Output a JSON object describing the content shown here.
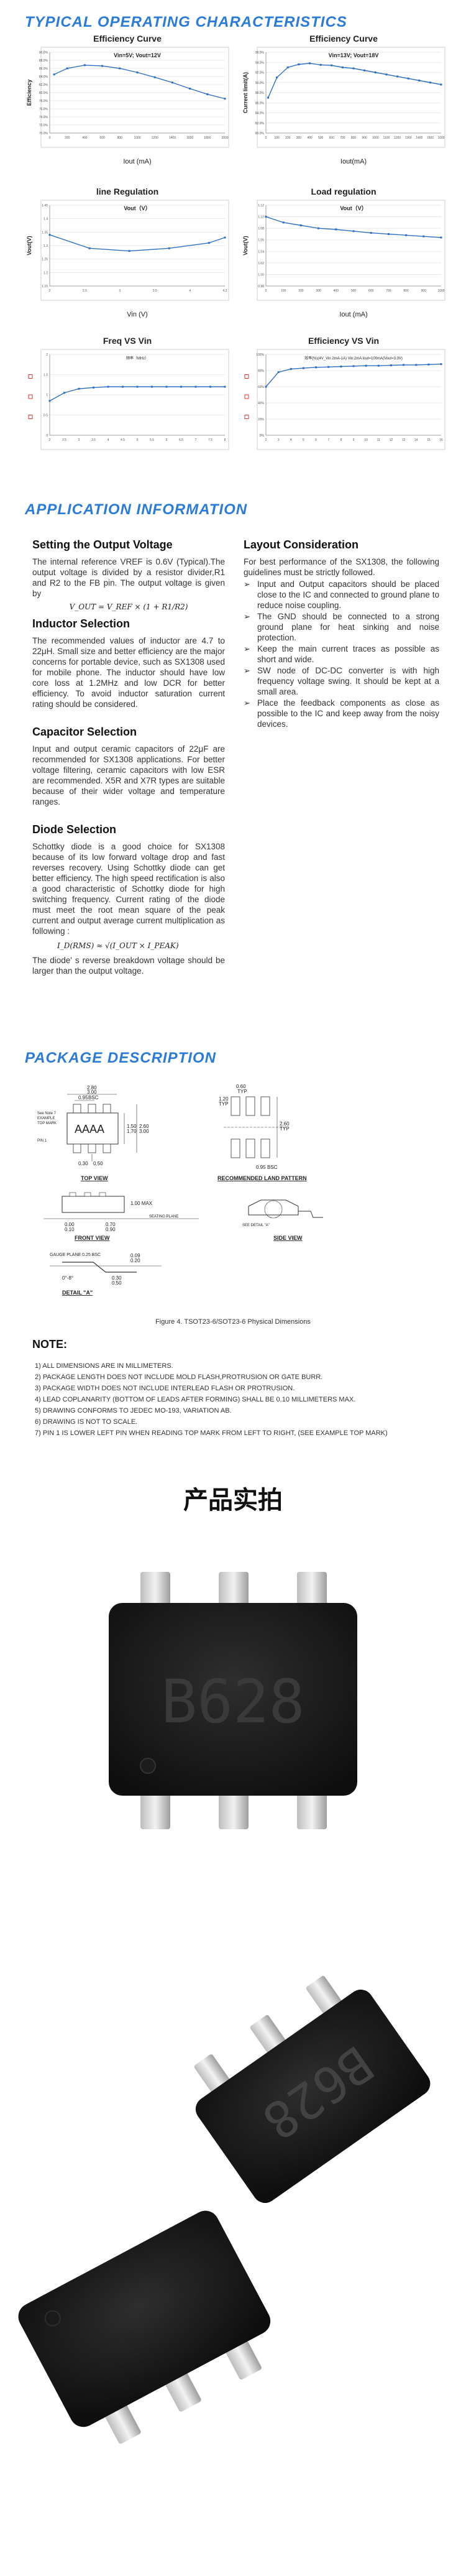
{
  "typical": {
    "title": "TYPICAL OPERATING CHARACTERISTICS"
  },
  "charts": [
    {
      "title": "Efficiency Curve",
      "legend": "Vin=5V; Vout=12V",
      "ylabel": "Efficiency",
      "xlabel": "Iout (mA)",
      "xticks": [
        "0",
        "200",
        "400",
        "600",
        "800",
        "1000",
        "1200",
        "1400",
        "1600",
        "1800",
        "2000"
      ],
      "yticks": [
        "70.0%",
        "72.0%",
        "74.0%",
        "76.0%",
        "78.0%",
        "80.0%",
        "82.0%",
        "84.0%",
        "86.0%",
        "88.0%",
        "90.0%"
      ]
    },
    {
      "title": "Efficiency Curve",
      "legend": "Vin=13V; Vout=18V",
      "ylabel": "Current limit(A)",
      "xlabel": "Iout(mA)",
      "xticks": [
        "0",
        "100",
        "200",
        "300",
        "400",
        "500",
        "600",
        "700",
        "800",
        "900",
        "1000",
        "1100",
        "1200",
        "1300",
        "1400",
        "1500",
        "1600"
      ],
      "yticks": [
        "80.0%",
        "82.0%",
        "84.0%",
        "86.0%",
        "88.0%",
        "90.0%",
        "92.0%",
        "94.0%",
        "96.0%"
      ]
    },
    {
      "title": "line Regulation",
      "legend": "Vout（V）",
      "ylabel": "Vout(V)",
      "xlabel": "Vin (V)",
      "xticks": [
        "2",
        "2.5",
        "3",
        "3.5",
        "4",
        "4.2"
      ],
      "yticks": [
        "1.15",
        "1.2",
        "1.25",
        "1.3",
        "1.35",
        "1.4",
        "1.45"
      ]
    },
    {
      "title": "Load regulation",
      "legend": "Vout（V）",
      "ylabel": "Vout(V)",
      "xlabel": "Iout (mA)",
      "xticks": [
        "0",
        "100",
        "200",
        "300",
        "400",
        "500",
        "600",
        "700",
        "800",
        "900",
        "1000"
      ],
      "yticks": [
        "0.98",
        "1.00",
        "1.02",
        "1.04",
        "1.06",
        "1.08",
        "1.10",
        "1.12"
      ]
    },
    {
      "title": "Freq VS Vin",
      "legend": "频率（MHz）",
      "ylabel": "",
      "xlabel": "",
      "xticks": [
        "2",
        "2.5",
        "3",
        "3.5",
        "4",
        "4.5",
        "5",
        "5.5",
        "6",
        "6.5",
        "7",
        "7.5",
        "8"
      ],
      "yticks": [
        "0",
        "0.5",
        "1",
        "1.5",
        "2"
      ]
    },
    {
      "title": "Efficiency VS Vin",
      "legend": "效率(%)(4V_Vin 2mA-1A) Vin:2mA Iout=100mA(Vout=3.3V)",
      "ylabel": "",
      "xlabel": "",
      "xticks": [
        "2",
        "3",
        "4",
        "5",
        "6",
        "7",
        "8",
        "9",
        "10",
        "11",
        "12",
        "13",
        "14",
        "15",
        "16"
      ],
      "yticks": [
        "0%",
        "20%",
        "40%",
        "60%",
        "80%",
        "100%"
      ]
    }
  ],
  "chart_data": [
    {
      "type": "line",
      "title": "Efficiency Curve",
      "series": [
        {
          "name": "Vin=5V; Vout=12V",
          "x": [
            50,
            200,
            400,
            600,
            800,
            1000,
            1200,
            1400,
            1600,
            1800,
            2000
          ],
          "y": [
            84.5,
            86.0,
            86.8,
            86.6,
            86.0,
            85.0,
            83.8,
            82.5,
            81.0,
            79.6,
            78.5
          ]
        }
      ],
      "xlabel": "Iout (mA)",
      "ylabel": "Efficiency",
      "xlim": [
        0,
        2000
      ],
      "ylim": [
        70,
        90
      ]
    },
    {
      "type": "line",
      "title": "Efficiency Curve",
      "series": [
        {
          "name": "Vin=13V; Vout=18V",
          "x": [
            20,
            100,
            200,
            300,
            400,
            500,
            600,
            700,
            800,
            900,
            1000,
            1100,
            1200,
            1300,
            1400,
            1500,
            1600
          ],
          "y": [
            87.0,
            91.0,
            93.0,
            93.6,
            93.8,
            93.5,
            93.4,
            93.0,
            92.8,
            92.4,
            92.0,
            91.6,
            91.2,
            90.8,
            90.4,
            90.0,
            89.6
          ]
        }
      ],
      "xlabel": "Iout(mA)",
      "ylabel": "Current limit(A)",
      "xlim": [
        0,
        1600
      ],
      "ylim": [
        80,
        96
      ]
    },
    {
      "type": "line",
      "title": "line Regulation",
      "series": [
        {
          "name": "Vout（V）",
          "x": [
            2,
            2.5,
            3,
            3.5,
            4,
            4.2
          ],
          "y": [
            1.34,
            1.29,
            1.28,
            1.29,
            1.31,
            1.33
          ]
        }
      ],
      "xlabel": "Vin (V)",
      "ylabel": "Vout(V)",
      "xlim": [
        2,
        4.2
      ],
      "ylim": [
        1.15,
        1.45
      ]
    },
    {
      "type": "line",
      "title": "Load regulation",
      "series": [
        {
          "name": "Vout（V）",
          "x": [
            0,
            100,
            200,
            300,
            400,
            500,
            600,
            700,
            800,
            900,
            1000
          ],
          "y": [
            1.1,
            1.09,
            1.085,
            1.08,
            1.078,
            1.075,
            1.072,
            1.07,
            1.068,
            1.066,
            1.064
          ]
        }
      ],
      "xlabel": "Iout (mA)",
      "ylabel": "Vout(V)",
      "xlim": [
        0,
        1000
      ],
      "ylim": [
        0.98,
        1.12
      ]
    },
    {
      "type": "line",
      "title": "Freq VS Vin",
      "series": [
        {
          "name": "频率（MHz）",
          "x": [
            2,
            2.5,
            3,
            3.5,
            4,
            4.5,
            5,
            5.5,
            6,
            6.5,
            7,
            7.5,
            8
          ],
          "y": [
            0.85,
            1.05,
            1.15,
            1.18,
            1.2,
            1.2,
            1.2,
            1.2,
            1.2,
            1.2,
            1.2,
            1.2,
            1.2
          ]
        }
      ],
      "xlim": [
        2,
        8
      ],
      "ylim": [
        0,
        2
      ]
    },
    {
      "type": "line",
      "title": "Efficiency VS Vin",
      "series": [
        {
          "name": "效率(%)(4V_Vin 2mA-1A) Vin:2mA Iout=100mA(Vout=3.3V)",
          "x": [
            2,
            3,
            4,
            5,
            6,
            7,
            8,
            9,
            10,
            11,
            12,
            13,
            14,
            15,
            16
          ],
          "y": [
            60,
            78,
            82,
            83,
            84,
            84.5,
            85,
            85.5,
            86,
            86,
            86.5,
            87,
            87,
            87.5,
            88
          ]
        }
      ],
      "xlim": [
        2,
        16
      ],
      "ylim": [
        0,
        100
      ]
    }
  ],
  "app": {
    "title": "APPLICATION INFORMATION",
    "setting_title": "Setting the Output Voltage",
    "setting_text": "The internal reference VREF is 0.6V (Typical).The output voltage is divided by a resistor divider,R1 and R2 to the FB pin. The output voltage is given by",
    "formula": "V_OUT = V_REF × (1 + R1/R2)",
    "inductor_title": "Inductor Selection",
    "inductor_text": "The recommended values of inductor are 4.7 to 22μH. Small size and better efficiency are the major concerns for portable device, such as SX1308 used for mobile phone. The inductor should have low core loss at 1.2MHz and low DCR for better efficiency. To avoid inductor saturation current rating should be considered.",
    "capacitor_title": "Capacitor Selection",
    "capacitor_text": "Input and output ceramic capacitors of 22μF are recommended for SX1308 applications. For better voltage filtering, ceramic capacitors with low ESR are recommended. X5R and X7R types are suitable because of their wider voltage and temperature ranges.",
    "diode_title": "Diode Selection",
    "diode_text": "Schottky diode is a good choice for SX1308 because of its low forward voltage drop and fast reverses recovery. Using Schottky diode can get better efficiency. The high speed rectification is also a good characteristic of Schottky diode for high switching frequency. Current rating of the diode must meet the root mean square of the peak current and output average current multiplication as following :",
    "diode_formula": "I_D(RMS) ≈ √(I_OUT × I_PEAK)",
    "diode_text2": "The diode' s reverse breakdown voltage should be larger than the output voltage.",
    "layout_title": "Layout Consideration",
    "layout_intro": "For best performance of the SX1308, the following guidelines must be strictly followed.",
    "layout_items": [
      "Input and Output capacitors should be placed close to the IC and connected to ground plane to reduce noise coupling.",
      "The GND should be connected to a strong ground plane for heat sinking and noise protection.",
      "Keep the main current traces as possible as short and wide.",
      "SW node of DC-DC converter is with high frequency voltage swing. It should be kept at a small area.",
      "Place the feedback components as close as possible to the IC and keep away from the noisy devices."
    ]
  },
  "pkg": {
    "title": "PACKAGE DESCRIPTION",
    "top_view": "TOP VIEW",
    "land_pattern": "RECOMMENDED LAND PATTERN",
    "front_view": "FRONT VIEW",
    "side_view": "SIDE VIEW",
    "detail": "DETAIL \"A\"",
    "marking": "AAAA",
    "see_note": "See Note 7 EXAMPLE TOP MARK",
    "pin1": "PIN 1",
    "seating": "SEATING PLANE",
    "see_detail": "SEE DETAIL \"A\"",
    "gauge": "GAUGE PLANE 0.25 BSC",
    "caption": "Figure 4. TSOT23-6/SOT23-6 Physical Dimensions",
    "dims": {
      "d1": "2.80",
      "d2": "3.00",
      "d3": "0.95",
      "d4": "BSC",
      "d5": "1.50",
      "d6": "1.70",
      "d7": "2.60",
      "d8": "3.00",
      "d9": "0.60",
      "d10": "TYP",
      "d11": "1.20",
      "d12": "TYP",
      "d13": "0.95",
      "d14": "BSC",
      "d15": "2.60",
      "d16": "TYP",
      "d17": "0.30",
      "d18": "0.50",
      "d19": "1.00 MAX",
      "d20": "0.00",
      "d21": "0.10",
      "d22": "0.70",
      "d23": "0.90",
      "d24": "0.09",
      "d25": "0.20",
      "d26": "0.30",
      "d27": "0.50",
      "d28": "0°-8°"
    }
  },
  "note": {
    "title": "NOTE:",
    "lines": [
      "1) ALL DIMENSIONS ARE IN MILLIMETERS.",
      "2) PACKAGE LENGTH DOES NOT INCLUDE MOLD FLASH,PROTRUSION OR GATE BURR.",
      "3) PACKAGE WIDTH DOES NOT INCLUDE INTERLEAD FLASH OR PROTRUSION.",
      "4) LEAD COPLANARITY (BOTTOM OF LEADS AFTER FORMING) SHALL BE 0.10 MILLIMETERS MAX.",
      "5) DRAWING CONFORMS TO JEDEC MO-193, VARIATION AB.",
      "6) DRAWING IS NOT TO SCALE.",
      "7) PIN 1 IS LOWER LEFT PIN WHEN READING TOP MARK FROM LEFT TO RIGHT, (SEE EXAMPLE TOP MARK)"
    ]
  },
  "product": {
    "title": "产品实拍",
    "chip_mark": "B628",
    "chip_mark2": "B628"
  }
}
